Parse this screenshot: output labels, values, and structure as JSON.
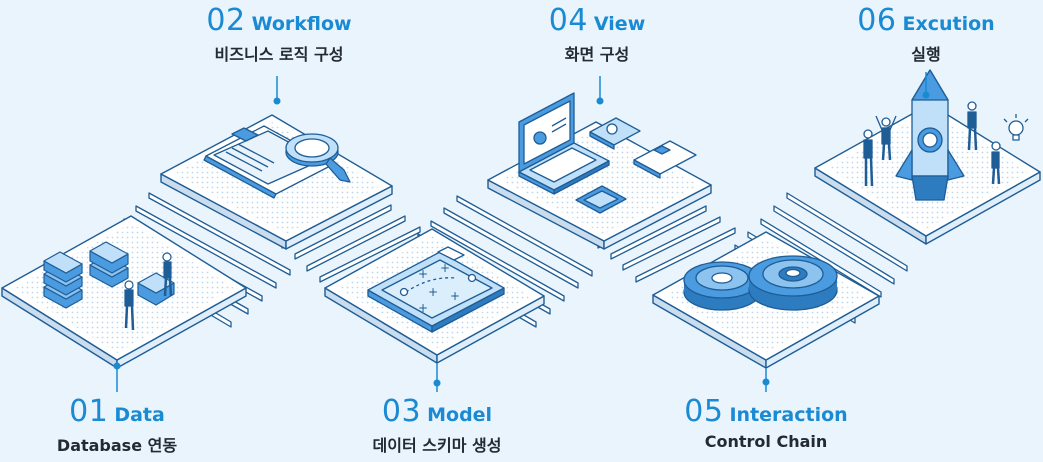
{
  "steps": [
    {
      "number": "01",
      "name": "Data",
      "subtitle": "Database 연동"
    },
    {
      "number": "02",
      "name": "Workflow",
      "subtitle": "비즈니스 로직 구성"
    },
    {
      "number": "03",
      "name": "Model",
      "subtitle": "데이터 스키마 생성"
    },
    {
      "number": "04",
      "name": "View",
      "subtitle": "화면 구성"
    },
    {
      "number": "05",
      "name": "Interaction",
      "subtitle": "Control Chain"
    },
    {
      "number": "06",
      "name": "Excution",
      "subtitle": "실행"
    }
  ],
  "colors": {
    "background": "#e9f4fc",
    "accent": "#1a8ad3",
    "outline": "#1f5d96",
    "text": "#232a33",
    "platform_top": "#ffffff",
    "platform_side": "#c9ddef"
  },
  "icons": [
    "server-stack-icon",
    "clipboard-magnifier-icon",
    "tactics-board-icon",
    "laptop-devices-icon",
    "gears-icon",
    "rocket-launch-icon"
  ]
}
